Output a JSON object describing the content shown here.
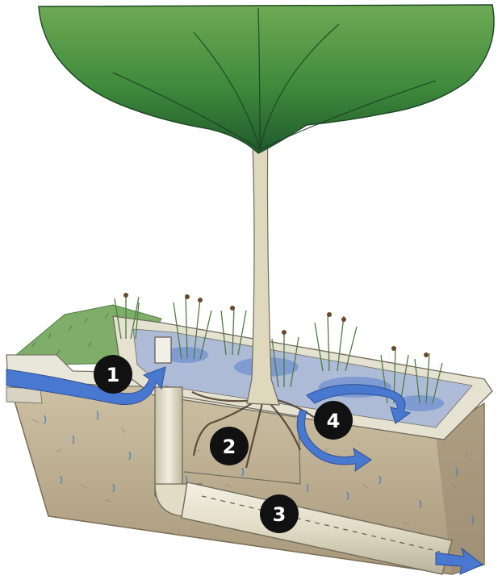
{
  "markers": [
    {
      "label": "1"
    },
    {
      "label": "2"
    },
    {
      "label": "3"
    },
    {
      "label": "4"
    }
  ],
  "colors": {
    "canopy": "#3f8a3c",
    "canopy_dark": "#1f5a2c",
    "trunk": "#d9d4b5",
    "soil": "#c4b79a",
    "soil_dark": "#8f7f66",
    "water": "#3f6fc8",
    "gravel": "#aebbd6",
    "concrete": "#e6e2d2",
    "pipe": "#ece8d6",
    "grass": "#7fae6a",
    "marker": "#111111"
  }
}
